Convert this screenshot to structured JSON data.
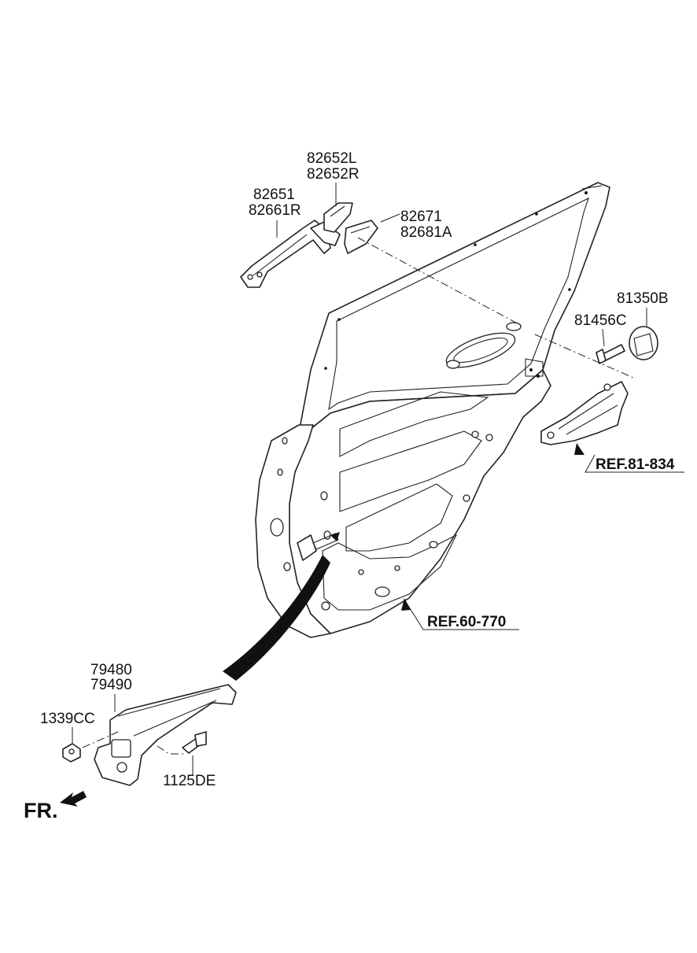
{
  "labels": {
    "p82652": {
      "line1": "82652L",
      "line2": "82652R"
    },
    "p82651": {
      "line1": "82651",
      "line2": "82661R"
    },
    "p82671": {
      "line1": "82671",
      "line2": "82681A"
    },
    "p81350": "81350B",
    "p81456": "81456C",
    "ref81": "REF.81-834",
    "ref60": "REF.60-770",
    "p79480": {
      "line1": "79480",
      "line2": "79490"
    },
    "p1339": "1339CC",
    "p1125": "1125DE",
    "fr": "FR."
  },
  "colors": {
    "line": "#222222",
    "text": "#111111",
    "background": "#ffffff"
  }
}
